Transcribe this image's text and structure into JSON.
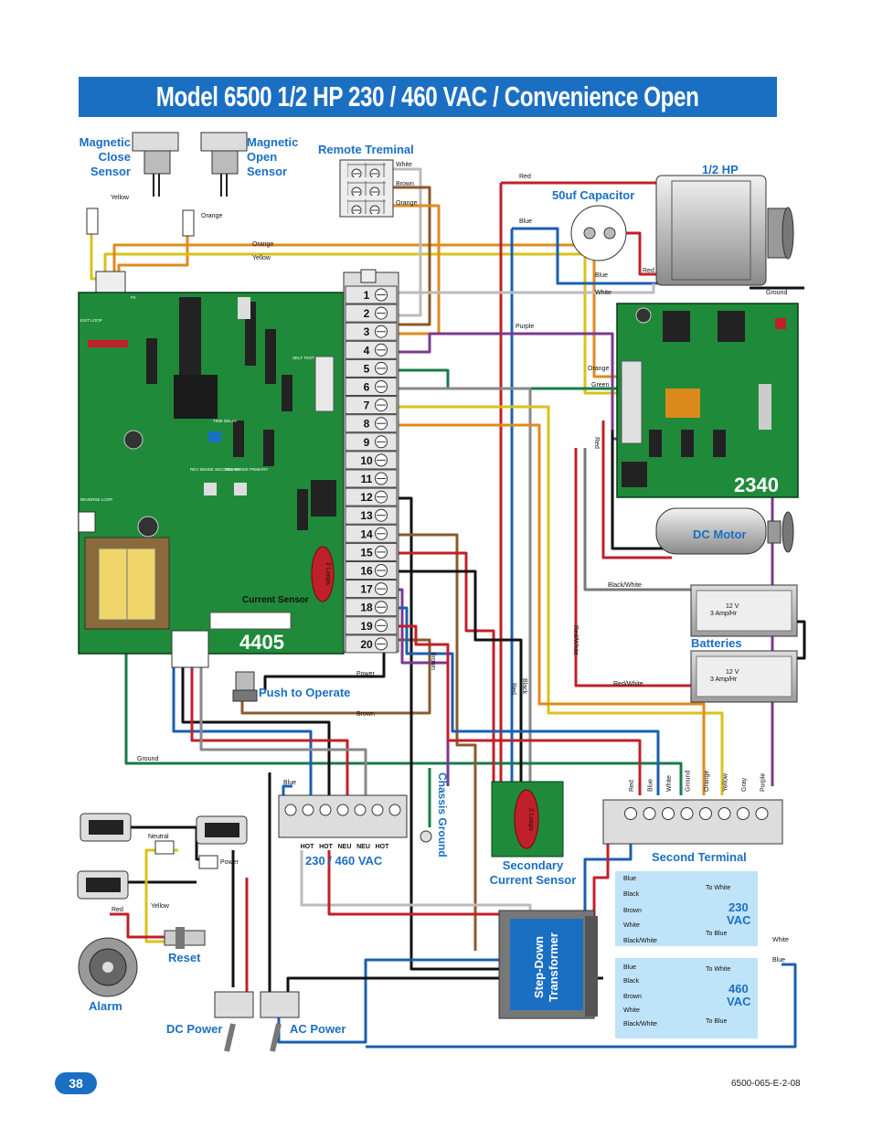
{
  "title": "Model 6500 1/2 HP 230 / 460 VAC / Convenience Open",
  "page_number": "38",
  "doc_code": "6500-065-E-2-08",
  "labels": {
    "magnetic_close_sensor": [
      "Magnetic",
      "Close",
      "Sensor"
    ],
    "magnetic_open_sensor": [
      "Magnetic",
      "Open",
      "Sensor"
    ],
    "remote_terminal": "Remote Treminal",
    "half_hp": "1/2 HP",
    "capacitor": "50uf Capacitor",
    "dc_motor": "DC Motor",
    "batteries": "Batteries",
    "push_to_operate": "Push to Operate",
    "current_sensor": "Current Sensor",
    "board_4405": "4405",
    "board_2340": "2340",
    "chassis_ground": "Chassis Ground",
    "vac_230_460": "230 / 460 VAC",
    "secondary_current_sensor": [
      "Secondary",
      "Current Sensor"
    ],
    "second_terminal": "Second Terminal",
    "step_down_transformer": [
      "Step-Down",
      "Transformer"
    ],
    "vac_230": [
      "230",
      "VAC"
    ],
    "vac_460": [
      "460",
      "VAC"
    ],
    "reset": "Reset",
    "alarm": "Alarm",
    "dc_power": "DC Power",
    "ac_power": "AC Power",
    "two_loops": "2 Loops",
    "battery_spec": [
      "12 V",
      "3 Amp/Hr"
    ]
  },
  "terminal_numbers": [
    "1",
    "2",
    "3",
    "4",
    "5",
    "6",
    "7",
    "8",
    "9",
    "10",
    "11",
    "12",
    "13",
    "14",
    "15",
    "16",
    "17",
    "18",
    "19",
    "20"
  ],
  "second_terminal_wires": [
    "Red",
    "Blue",
    "White",
    "Ground",
    "Orange",
    "Yellow",
    "Gray",
    "Purple"
  ],
  "ac_terminal_labels": [
    "HOT",
    "HOT",
    "NEU",
    "NEU",
    "HOT"
  ],
  "wire_labels": {
    "white": "White",
    "brown": "Brown",
    "orange": "Orange",
    "yellow": "Yellow",
    "red": "Red",
    "blue": "Blue",
    "green": "Green",
    "purple": "Purple",
    "ground": "Ground",
    "black": "Black",
    "black_white": "Black/White",
    "red_white": "Red/White",
    "power": "Power",
    "neutral": "Neutral",
    "to_white": "To White",
    "to_blue": "To Blue"
  },
  "transformer_230_leads": [
    "Blue",
    "Black",
    "Brown",
    "White",
    "Black/White"
  ],
  "transformer_460_leads": [
    "Blue",
    "Black",
    "Brown",
    "White",
    "Black/White"
  ],
  "board_small_labels": [
    "EXIT LOOP",
    "SELF TEST",
    "TIME DELAY",
    "REV SENSE SECONDARY",
    "REV SENSE PRIMARY",
    "REVERSE LOOP",
    "P2"
  ],
  "colors": {
    "brand_blue": "#1b6fc3",
    "pcb_green": "#1f8a3a",
    "wire_red": "#c0202a",
    "wire_brown": "#8a5a2b",
    "wire_orange": "#e08a1c",
    "wire_yellow": "#d8c21a",
    "wire_purple": "#7a3a8e",
    "wire_green": "#1a7a4a",
    "wire_blue": "#1b5fb0",
    "wire_black": "#111111",
    "wire_gray": "#888888",
    "panel_lightblue": "#bfe3f8"
  }
}
